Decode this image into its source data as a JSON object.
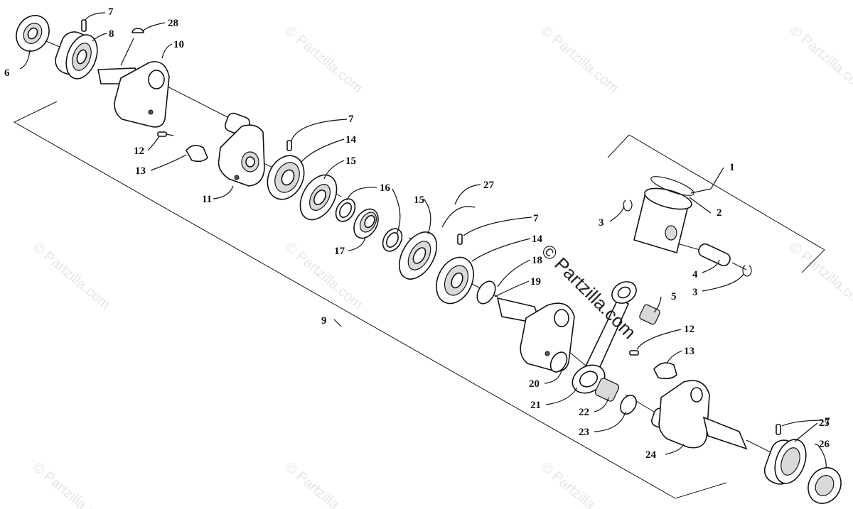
{
  "watermark": {
    "text": "© Partzilla.com"
  },
  "callouts": [
    {
      "id": "c1",
      "text": "1"
    },
    {
      "id": "c2",
      "text": "2"
    },
    {
      "id": "c3a",
      "text": "3"
    },
    {
      "id": "c3b",
      "text": "3"
    },
    {
      "id": "c4",
      "text": "4"
    },
    {
      "id": "c5",
      "text": "5"
    },
    {
      "id": "c6",
      "text": "6"
    },
    {
      "id": "c7a",
      "text": "7"
    },
    {
      "id": "c7b",
      "text": "7"
    },
    {
      "id": "c7c",
      "text": "7"
    },
    {
      "id": "c7d",
      "text": "7"
    },
    {
      "id": "c8",
      "text": "8"
    },
    {
      "id": "c9",
      "text": "9"
    },
    {
      "id": "c10",
      "text": "10"
    },
    {
      "id": "c11",
      "text": "11"
    },
    {
      "id": "c12a",
      "text": "12"
    },
    {
      "id": "c12b",
      "text": "12"
    },
    {
      "id": "c13a",
      "text": "13"
    },
    {
      "id": "c13b",
      "text": "13"
    },
    {
      "id": "c14a",
      "text": "14"
    },
    {
      "id": "c14b",
      "text": "14"
    },
    {
      "id": "c15a",
      "text": "15"
    },
    {
      "id": "c15b",
      "text": "15"
    },
    {
      "id": "c16",
      "text": "16"
    },
    {
      "id": "c17",
      "text": "17"
    },
    {
      "id": "c18",
      "text": "18"
    },
    {
      "id": "c19",
      "text": "19"
    },
    {
      "id": "c20",
      "text": "20"
    },
    {
      "id": "c21",
      "text": "21"
    },
    {
      "id": "c22",
      "text": "22"
    },
    {
      "id": "c23",
      "text": "23"
    },
    {
      "id": "c24",
      "text": "24"
    },
    {
      "id": "c25",
      "text": "25"
    },
    {
      "id": "c26",
      "text": "26"
    },
    {
      "id": "c27",
      "text": "27"
    },
    {
      "id": "c28",
      "text": "28"
    }
  ]
}
